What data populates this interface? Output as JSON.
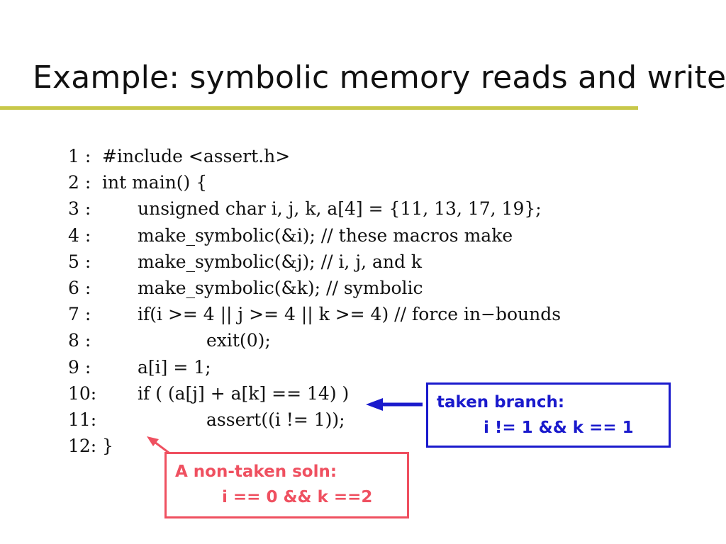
{
  "slide": {
    "title": "Example: symbolic memory reads and writes"
  },
  "code": {
    "lines": [
      {
        "num": "1 :",
        "text": "#include <assert.h>",
        "indent": 0
      },
      {
        "num": "2 :",
        "text": "int main() {",
        "indent": 0
      },
      {
        "num": "3 :",
        "text": "unsigned char i, j, k, a[4] = {11, 13, 17, 19};",
        "indent": 1
      },
      {
        "num": "4 :",
        "text": "make_symbolic(&i); // these macros make",
        "indent": 1
      },
      {
        "num": "5 :",
        "text": "make_symbolic(&j); // i, j, and k",
        "indent": 1
      },
      {
        "num": "6 :",
        "text": "make_symbolic(&k); // symbolic",
        "indent": 1
      },
      {
        "num": "7 :",
        "text": "if(i >= 4 || j >= 4 || k >= 4) // force in−bounds",
        "indent": 1
      },
      {
        "num": "8 :",
        "text": "exit(0);",
        "indent": 2
      },
      {
        "num": "9 :",
        "text": "a[i] = 1;",
        "indent": 1
      },
      {
        "num": "10:",
        "text": "if ( (a[j] + a[k] == 14) )",
        "indent": 1
      },
      {
        "num": "11:",
        "text": "assert((i != 1));",
        "indent": 2
      },
      {
        "num": "12:",
        "text": "}",
        "indent": 0
      }
    ]
  },
  "callouts": {
    "taken": {
      "line1": "taken branch:",
      "line2": "i != 1 && k == 1",
      "color": "#1a1acc"
    },
    "non_taken": {
      "line1": "A non-taken soln:",
      "line2": "i == 0 && k ==2",
      "color": "#ef5060"
    }
  },
  "colors": {
    "title_rule": "#c8c84a",
    "text": "#111111"
  }
}
